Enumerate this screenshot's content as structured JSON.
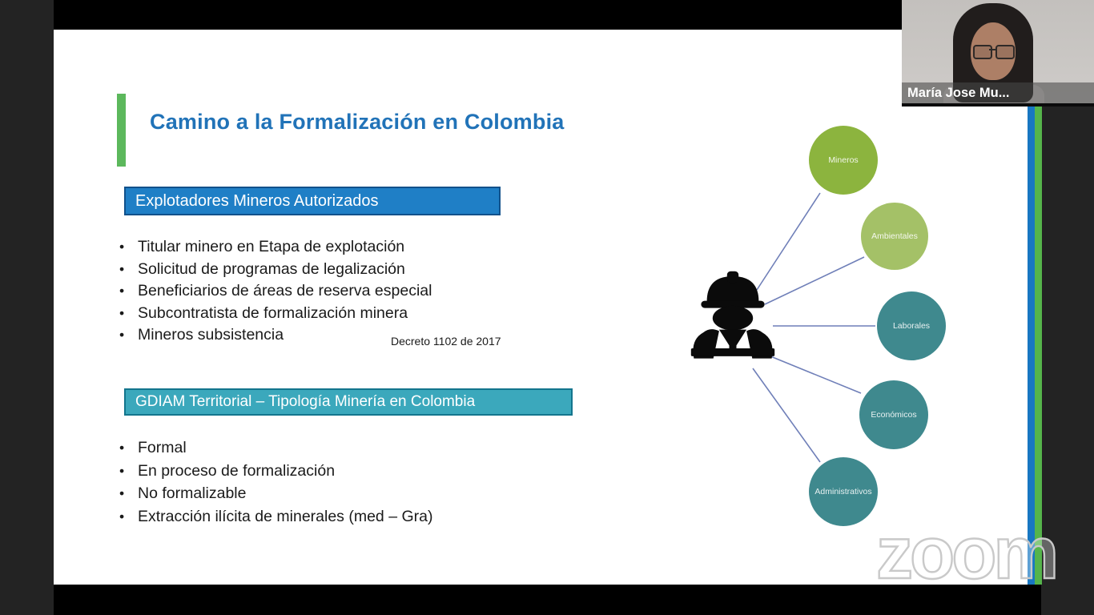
{
  "watermark": "zoom",
  "webcam": {
    "participant_name": "María Jose Mu..."
  },
  "slide": {
    "title": "Camino a la Formalización en Colombia",
    "section1": {
      "header": "Explotadores Mineros Autorizados",
      "bullets": [
        "Titular minero en Etapa de explotación",
        "Solicitud de programas de legalización",
        "Beneficiarios de áreas de reserva especial",
        "Subcontratista de formalización minera",
        "Mineros subsistencia"
      ],
      "note": "Decreto 1102 de 2017"
    },
    "section2": {
      "header": "GDIAM Territorial – Tipología Minería en Colombia",
      "bullets": [
        "Formal",
        "En proceso de formalización",
        "No formalizable",
        "Extracción ilícita de minerales (med – Gra)"
      ]
    },
    "diagram": {
      "center_icon": "miner-worker",
      "nodes": [
        {
          "label": "Mineros",
          "color": "#8cb43e"
        },
        {
          "label": "Ambientales",
          "color": "#a4c167"
        },
        {
          "label": "Laborales",
          "color": "#3f898e"
        },
        {
          "label": "Económicos",
          "color": "#3f898e"
        },
        {
          "label": "Administrativos",
          "color": "#3f898e"
        }
      ]
    },
    "colors": {
      "title": "#2173b8",
      "accent_bar": "#5cb85c",
      "header1_bg": "#1f7fc6",
      "header2_bg": "#3ba8bc",
      "stripe_blue": "#1877c2",
      "stripe_green": "#55b44b",
      "connector_line": "#6f7fb8"
    }
  }
}
